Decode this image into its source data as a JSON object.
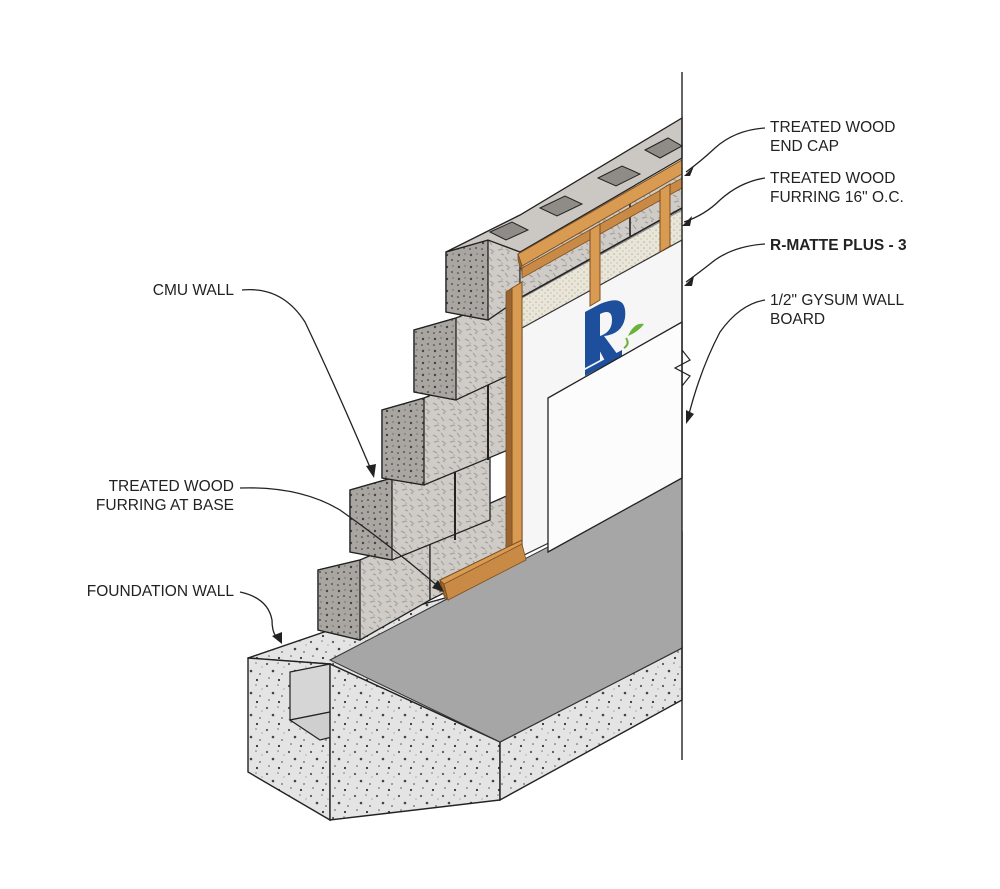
{
  "labels": {
    "end_cap": [
      "TREATED WOOD",
      "END CAP"
    ],
    "furring_oc": [
      "TREATED WOOD",
      "FURRING 16\" O.C."
    ],
    "rmatte": [
      "R-MATTE PLUS - 3"
    ],
    "gypsum": [
      "1/2\" GYSUM WALL",
      "BOARD"
    ],
    "cmu": [
      "CMU WALL"
    ],
    "furring_base": [
      "TREATED WOOD",
      "FURRING AT BASE"
    ],
    "foundation": [
      "FOUNDATION WALL"
    ]
  },
  "colors": {
    "wood": "#d99a52",
    "wood_dark": "#9a6530",
    "cmu_face": "#c9c7c2",
    "cmu_dark": "#8d8a85",
    "insulation": "#f4f4f4",
    "gypsum": "#fbfbfb",
    "slab": "#a6a6a6",
    "concrete": "#e2e2e2",
    "logo_blue": "#1d4f9c",
    "logo_green": "#69b23c"
  },
  "icons": {
    "logo": "r-logo-icon"
  }
}
